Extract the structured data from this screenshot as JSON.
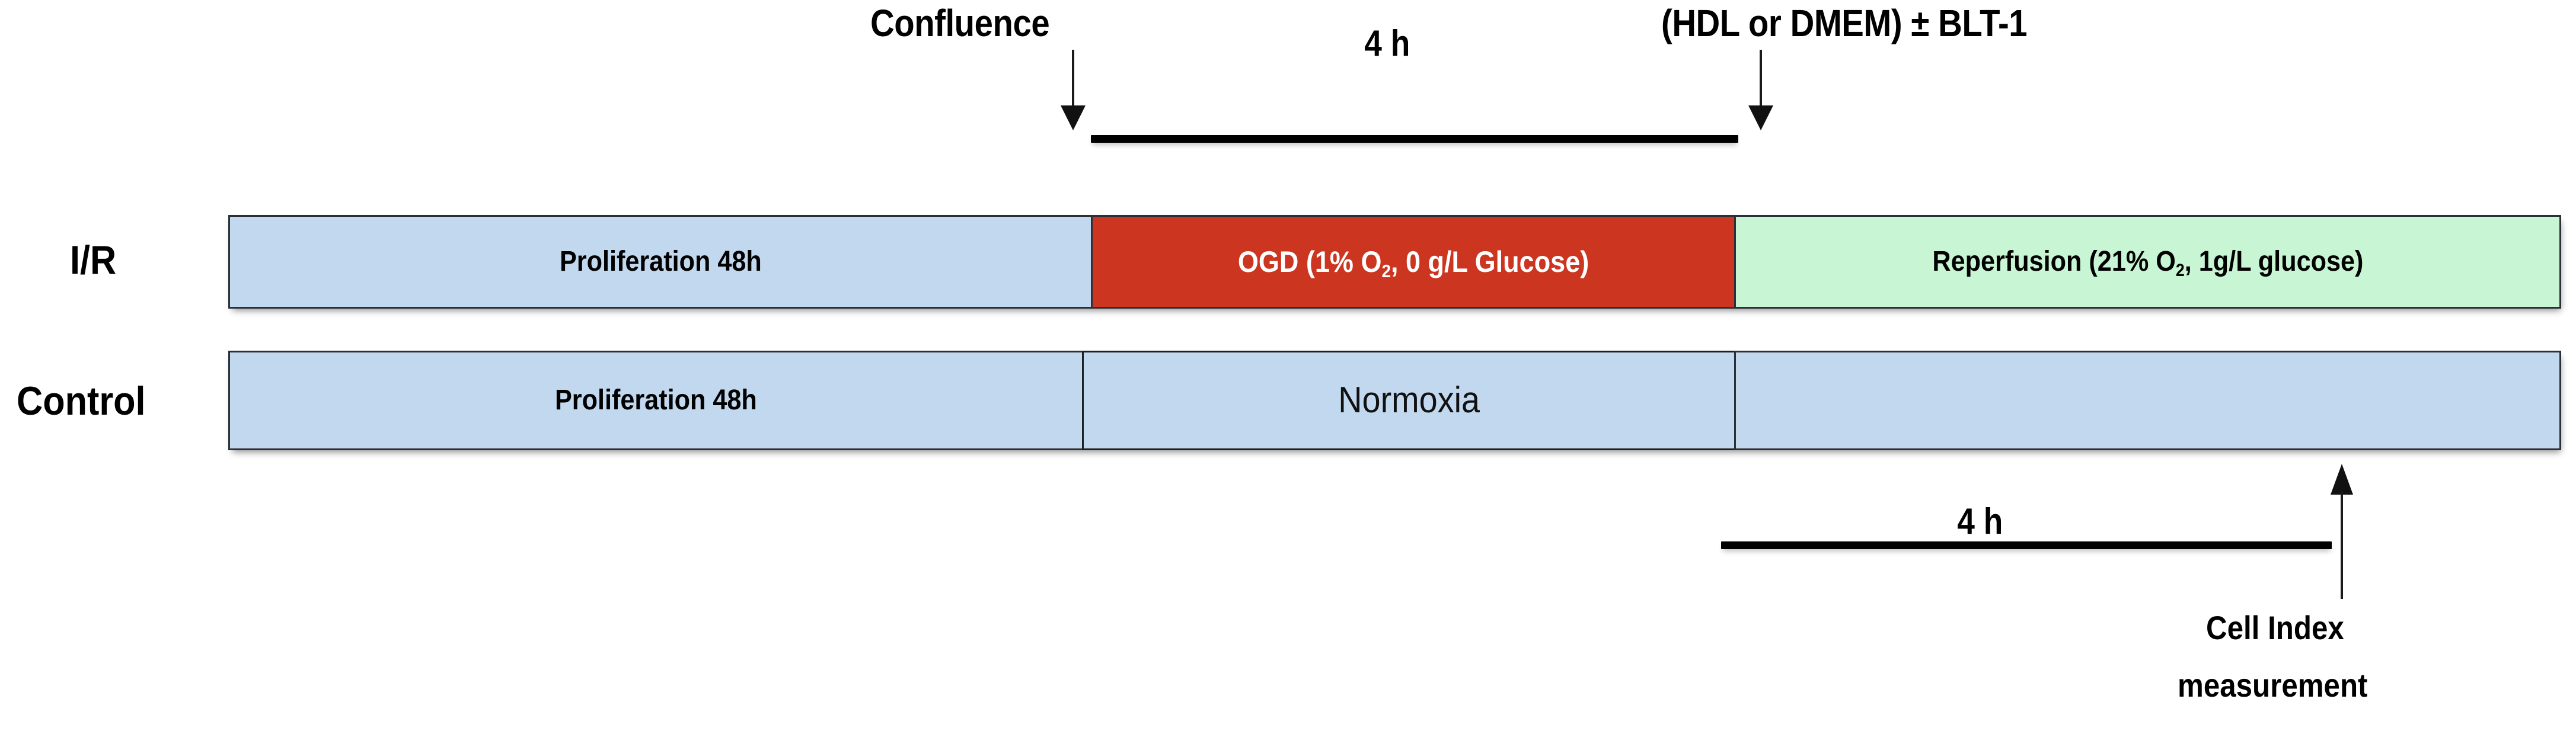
{
  "diagram": {
    "title_event_left": "Confluence",
    "title_event_right": "(HDL or DMEM)  ± BLT-1",
    "duration_top": "4 h",
    "duration_bottom": "4 h",
    "measurement_label_line1": "Cell Index",
    "measurement_label_line2": "measurement",
    "rows": [
      {
        "label": "I/R",
        "segments": [
          {
            "name": "proliferation",
            "text": "Proliferation 48h",
            "fill": "#c2d8ee",
            "text_color": "#000000"
          },
          {
            "name": "ogd",
            "text_prefix": "OGD  (1% O",
            "text_sub": "2",
            "text_suffix": ", 0 g/L Glucose)",
            "fill": "#cc3520",
            "text_color": "#ffffff"
          },
          {
            "name": "reperfusion",
            "text_prefix": "Reperfusion (21% O",
            "text_sub": "2",
            "text_suffix": ", 1g/L glucose)",
            "fill": "#c8f6d4",
            "text_color": "#000000"
          }
        ]
      },
      {
        "label": "Control",
        "segments": [
          {
            "name": "proliferation",
            "text": "Proliferation 48h",
            "fill": "#c2d8ee",
            "text_color": "#000000"
          },
          {
            "name": "normoxia",
            "text": "Normoxia",
            "fill": "#c2d8ee",
            "text_color": "#111111"
          },
          {
            "name": "tail",
            "text": "",
            "fill": "#c2d8ee",
            "text_color": "#000000"
          }
        ]
      }
    ],
    "colors": {
      "blue": "#c2d8ee",
      "red": "#cc3520",
      "green": "#c8f6d4",
      "outline": "#2b2f36",
      "arrow": "#111111",
      "background": "#ffffff"
    }
  }
}
